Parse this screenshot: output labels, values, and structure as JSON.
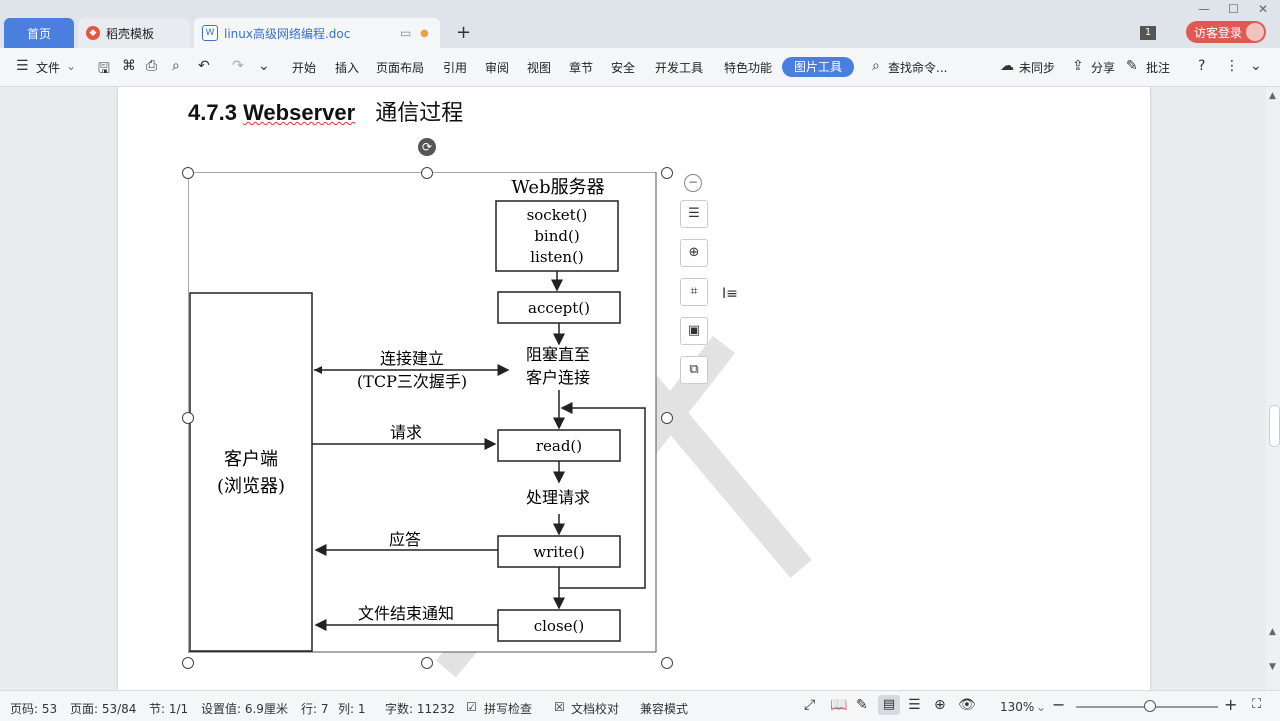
{
  "tabs": {
    "home": "首页",
    "templates": "稻壳模板",
    "document": "linux高级网络编程.doc"
  },
  "title_bar": {
    "page_badge": "1",
    "visitor_login": "访客登录"
  },
  "toolbar": {
    "file": "文件",
    "menus": [
      "开始",
      "插入",
      "页面布局",
      "引用",
      "审阅",
      "视图",
      "章节",
      "安全",
      "开发工具",
      "特色功能"
    ],
    "picture_tools": "图片工具",
    "search": "查找命令...",
    "not_synced": "未同步",
    "share": "分享",
    "comment": "批注"
  },
  "document": {
    "heading_num": "4.7.3",
    "heading_en": "Webserver",
    "heading_cn": "通信过程"
  },
  "diagram": {
    "server_title": "Web服务器",
    "init_calls": [
      "socket()",
      "bind()",
      "listen()"
    ],
    "accept": "accept()",
    "blocking_line1": "阻塞直至",
    "blocking_line2": "客户连接",
    "connect_line1": "连接建立",
    "connect_line2": "(TCP三次握手)",
    "client_line1": "客户端",
    "client_line2": "(浏览器)",
    "request": "请求",
    "read": "read()",
    "process": "处理请求",
    "response": "应答",
    "write": "write()",
    "eof_notice": "文件结束通知",
    "close": "close()"
  },
  "statusbar": {
    "page_num": "页码: 53",
    "pages": "页面: 53/84",
    "section": "节: 1/1",
    "setting": "设置值: 6.9厘米",
    "row": "行: 7",
    "col": "列: 1",
    "words": "字数: 11232",
    "spellcheck": "拼写检查",
    "proofread": "文档校对",
    "compat": "兼容模式",
    "zoom": "130%"
  },
  "colors": {
    "accent": "#4a7fe0",
    "login": "#e05a54"
  }
}
